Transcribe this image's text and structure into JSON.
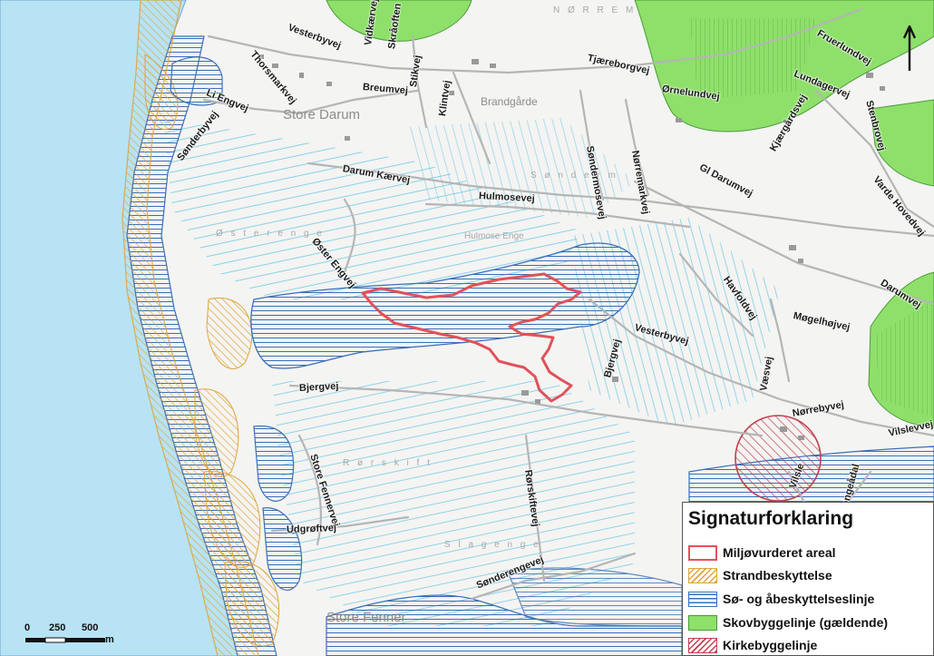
{
  "map": {
    "place_labels": {
      "store_darum": "Store Darum",
      "store_fenner": "Store Fenner",
      "norrem": "N Ø R R E M",
      "sonderm": "S ø n d e r m",
      "osterenge": "Ø s t e r e n g e",
      "rorskift": "R ø r s k i f t",
      "slagenge": "S l a g e n g e",
      "brandgarde": "Brandgårde",
      "hulmose_enge": "Hulmose Enge"
    },
    "road_labels": {
      "vesterbyvej_n": "Vesterbyvej",
      "vidkaervej": "Vidkærvej",
      "skraaoften": "Skråoften",
      "thorsmarkvej": "Thorsmarkvej",
      "breumvej": "Breumvej",
      "stikvej": "Stikvej",
      "klintvej": "Klintvej",
      "tjaereborgvej": "Tjæreborgvej",
      "ornelundvej": "Ørnelundvej",
      "fruerlundvej": "Fruerlundvej",
      "lundagervej": "Lundagervej",
      "kjaergaardsvej": "Kjærgårdsvej",
      "stenbrovej": "Stenbrovej",
      "li_engvej": "Li Engvej",
      "sonderbyvej": "Sønderbyvej",
      "darum_kaervej": "Darum Kærvej",
      "sondermosevej": "Søndermosevej",
      "norremarkvej": "Nørremarkvej",
      "gl_darumvej": "Gl Darumvej",
      "varde_hovedvej": "Varde Hovedvej",
      "hulmosevej": "Hulmosevej",
      "oster_engvej": "Øster Engvej",
      "havfoldvej": "Havfoldvej",
      "darumvej": "Darumvej",
      "mogelhojvej": "Møgelhøjvej",
      "vesterbyvej_s": "Vesterbyvej",
      "bjergvej_v": "Bjergvej",
      "bjergvej_n": "Bjergvej",
      "vaesvej": "Væsvej",
      "norrebyvej": "Nørrebyvej",
      "vilslevvej": "Vilslevvej",
      "store_fennervej": "Store Fennervej",
      "rorskiftevej": "Rørskiftevej",
      "udgroftvej": "Udgrøftvej",
      "sonderengevej": "Sønderengevej",
      "kongeadal": "Kongeådal",
      "vilsle": "Vilsle"
    },
    "colors": {
      "sea": "#b7e3f5",
      "land": "#f4f4f2",
      "forest": "#8ee06a",
      "miljo": "#e0525a",
      "strand": "#e0a43a",
      "so": "#3a6fb8",
      "kirke": "#c04050",
      "ditch": "#5ec4e6"
    }
  },
  "legend": {
    "title": "Signaturforklaring",
    "items": [
      {
        "label": "Miljøvurderet areal"
      },
      {
        "label": "Strandbeskyttelse"
      },
      {
        "label": "Sø- og åbeskyttelseslinje"
      },
      {
        "label": "Skovbyggelinje (gældende)"
      },
      {
        "label": "Kirkebyggelinje"
      }
    ]
  },
  "scalebar": {
    "labels": [
      "0",
      "250",
      "500"
    ],
    "unit": "m"
  },
  "north_arrow": {
    "icon": "north-arrow-icon"
  }
}
